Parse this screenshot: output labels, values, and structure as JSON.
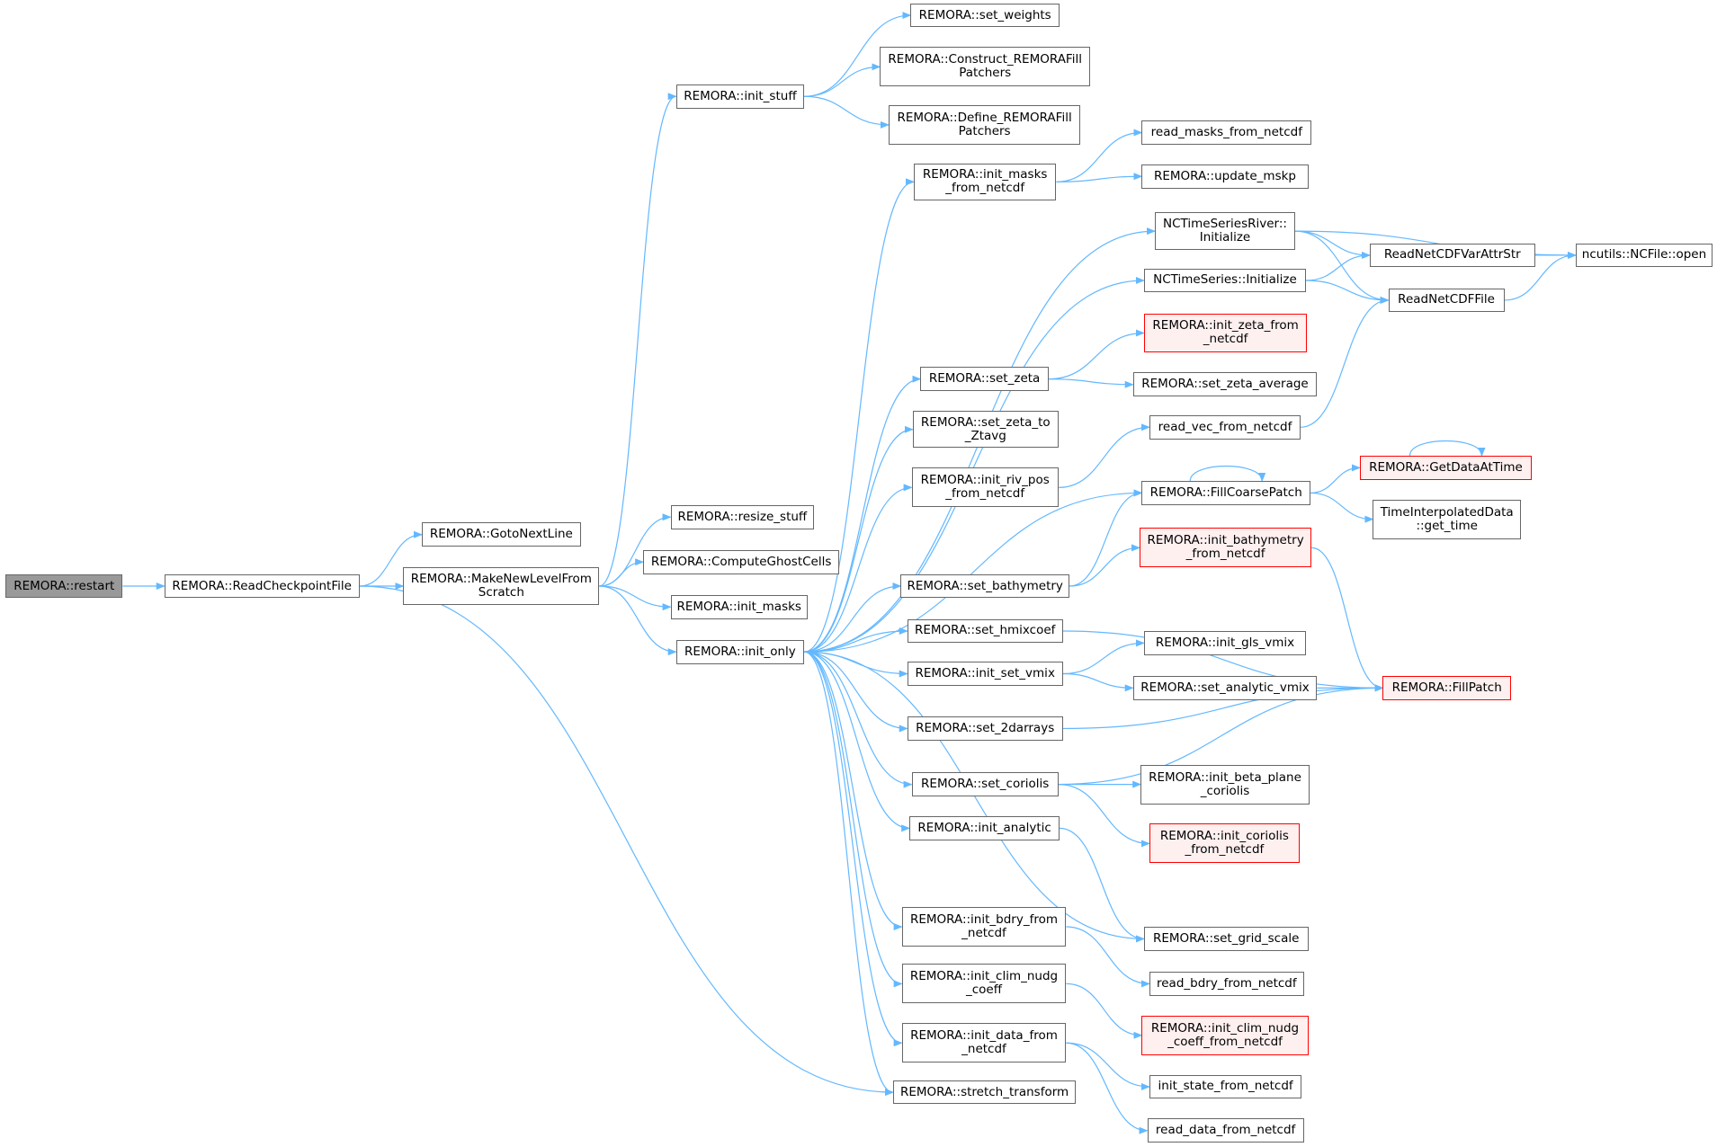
{
  "colors": {
    "edge": "#63b8ff",
    "node_border": "#666666",
    "current_fill": "#999999",
    "truncated_border": "#ff0000",
    "truncated_fill": "#fff0f0"
  },
  "nodes": {
    "restart": [
      "REMORA::restart"
    ],
    "readcheckpoint": [
      "REMORA::ReadCheckpointFile"
    ],
    "gotonextline": [
      "REMORA::GotoNextLine"
    ],
    "makenewlevel": [
      "REMORA::MakeNewLevelFrom",
      "Scratch"
    ],
    "init_stuff": [
      "REMORA::init_stuff"
    ],
    "set_weights": [
      "REMORA::set_weights"
    ],
    "construct_fill": [
      "REMORA::Construct_REMORAFill",
      "Patchers"
    ],
    "define_fill": [
      "REMORA::Define_REMORAFill",
      "Patchers"
    ],
    "resize_stuff": [
      "REMORA::resize_stuff"
    ],
    "computeghost": [
      "REMORA::ComputeGhostCells"
    ],
    "init_masks": [
      "REMORA::init_masks"
    ],
    "init_only": [
      "REMORA::init_only"
    ],
    "init_masks_nc": [
      "REMORA::init_masks",
      "_from_netcdf"
    ],
    "read_masks": [
      "read_masks_from_netcdf"
    ],
    "update_mskp": [
      "REMORA::update_mskp"
    ],
    "nctsriver_init": [
      "NCTimeSeriesRiver::",
      "Initialize"
    ],
    "ncts_init": [
      "NCTimeSeries::Initialize"
    ],
    "readnetcdfvarattr": [
      "ReadNetCDFVarAttrStr"
    ],
    "readnetcdffile": [
      "ReadNetCDFFile"
    ],
    "ncfile_open": [
      "ncutils::NCFile::open"
    ],
    "init_zeta_nc": [
      "REMORA::init_zeta_from",
      "_netcdf"
    ],
    "set_zeta": [
      "REMORA::set_zeta"
    ],
    "set_zeta_average": [
      "REMORA::set_zeta_average"
    ],
    "set_zeta_to_ztavg": [
      "REMORA::set_zeta_to",
      "_Ztavg"
    ],
    "read_vec": [
      "read_vec_from_netcdf"
    ],
    "init_riv_pos": [
      "REMORA::init_riv_pos",
      "_from_netcdf"
    ],
    "getdataattime": [
      "REMORA::GetDataAtTime"
    ],
    "fillcoarsepatch": [
      "REMORA::FillCoarsePatch"
    ],
    "timeinterp_gettime": [
      "TimeInterpolatedData",
      "::get_time"
    ],
    "init_bathy_nc": [
      "REMORA::init_bathymetry",
      "_from_netcdf"
    ],
    "set_bathymetry": [
      "REMORA::set_bathymetry"
    ],
    "set_hmixcoef": [
      "REMORA::set_hmixcoef"
    ],
    "init_gls_vmix": [
      "REMORA::init_gls_vmix"
    ],
    "init_set_vmix": [
      "REMORA::init_set_vmix"
    ],
    "set_analytic_vmix": [
      "REMORA::set_analytic_vmix"
    ],
    "fillpatch": [
      "REMORA::FillPatch"
    ],
    "set_2darrays": [
      "REMORA::set_2darrays"
    ],
    "init_beta_plane": [
      "REMORA::init_beta_plane",
      "_coriolis"
    ],
    "set_coriolis": [
      "REMORA::set_coriolis"
    ],
    "init_coriolis_nc": [
      "REMORA::init_coriolis",
      "_from_netcdf"
    ],
    "init_analytic": [
      "REMORA::init_analytic"
    ],
    "init_bdry_nc": [
      "REMORA::init_bdry_from",
      "_netcdf"
    ],
    "set_grid_scale": [
      "REMORA::set_grid_scale"
    ],
    "read_bdry": [
      "read_bdry_from_netcdf"
    ],
    "init_clim_nudg": [
      "REMORA::init_clim_nudg",
      "_coeff"
    ],
    "init_clim_nudg_nc": [
      "REMORA::init_clim_nudg",
      "_coeff_from_netcdf"
    ],
    "init_data_nc": [
      "REMORA::init_data_from",
      "_netcdf"
    ],
    "init_state_nc": [
      "init_state_from_netcdf"
    ],
    "stretch_transform": [
      "REMORA::stretch_transform"
    ],
    "read_data_nc": [
      "read_data_from_netcdf"
    ]
  }
}
